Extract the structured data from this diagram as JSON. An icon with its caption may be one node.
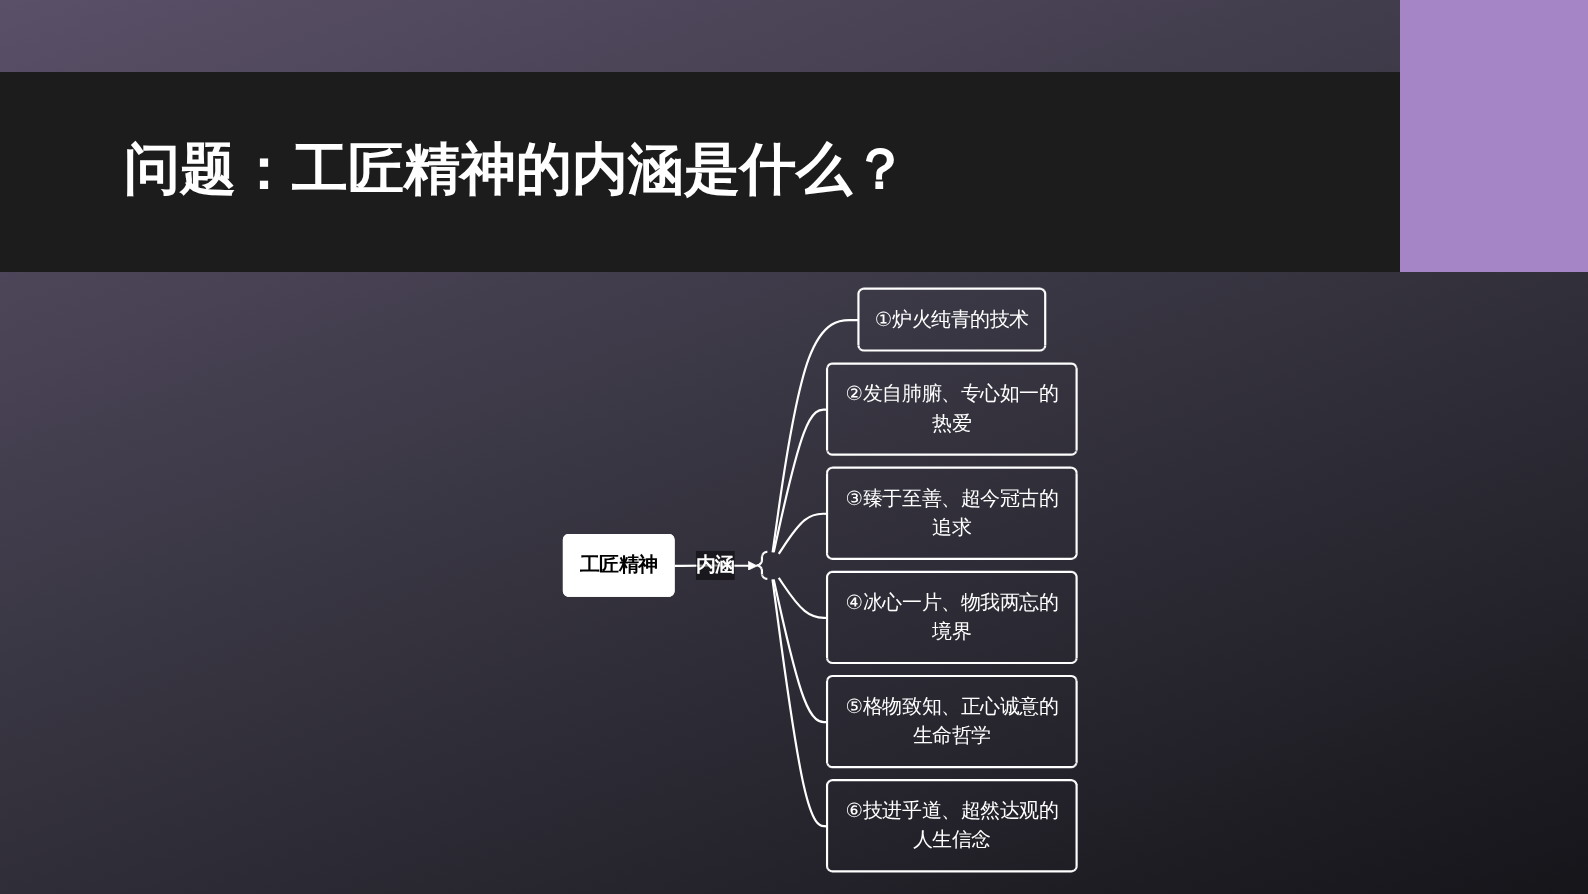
{
  "diagram": {
    "title": "问题：工匠精神的内涵是什么？",
    "nodes": [
      {
        "text": [
          "工匠精神"
        ]
      },
      {
        "text": [],
        "shape": "bracket"
      },
      {
        "text": [
          "①炉火纯青的技术"
        ]
      },
      {
        "text": [
          "②发自肺腑、专心如一的热爱"
        ]
      },
      {
        "text": [
          "③臻于至善、超今冠古的追求"
        ]
      },
      {
        "text": [
          "④冰心一片、物我两忘的境界"
        ]
      },
      {
        "text": [
          "⑤格物致知、正心诚意的生命哲学"
        ]
      },
      {
        "text": [
          "⑥技进乎道、超然达观的人生信念"
        ]
      }
    ],
    "edges": [
      {
        "from": 0,
        "to": 1,
        "arrow": "to",
        "label": "内涵"
      },
      {
        "from": 1,
        "to": 2,
        "arrow": "none"
      },
      {
        "from": 1,
        "to": 3,
        "arrow": "none"
      },
      {
        "from": 1,
        "to": 4,
        "arrow": "none"
      },
      {
        "from": 1,
        "to": 5,
        "arrow": "none"
      },
      {
        "from": 1,
        "to": 6,
        "arrow": "none"
      },
      {
        "from": 1,
        "to": 7,
        "arrow": "none"
      }
    ]
  }
}
